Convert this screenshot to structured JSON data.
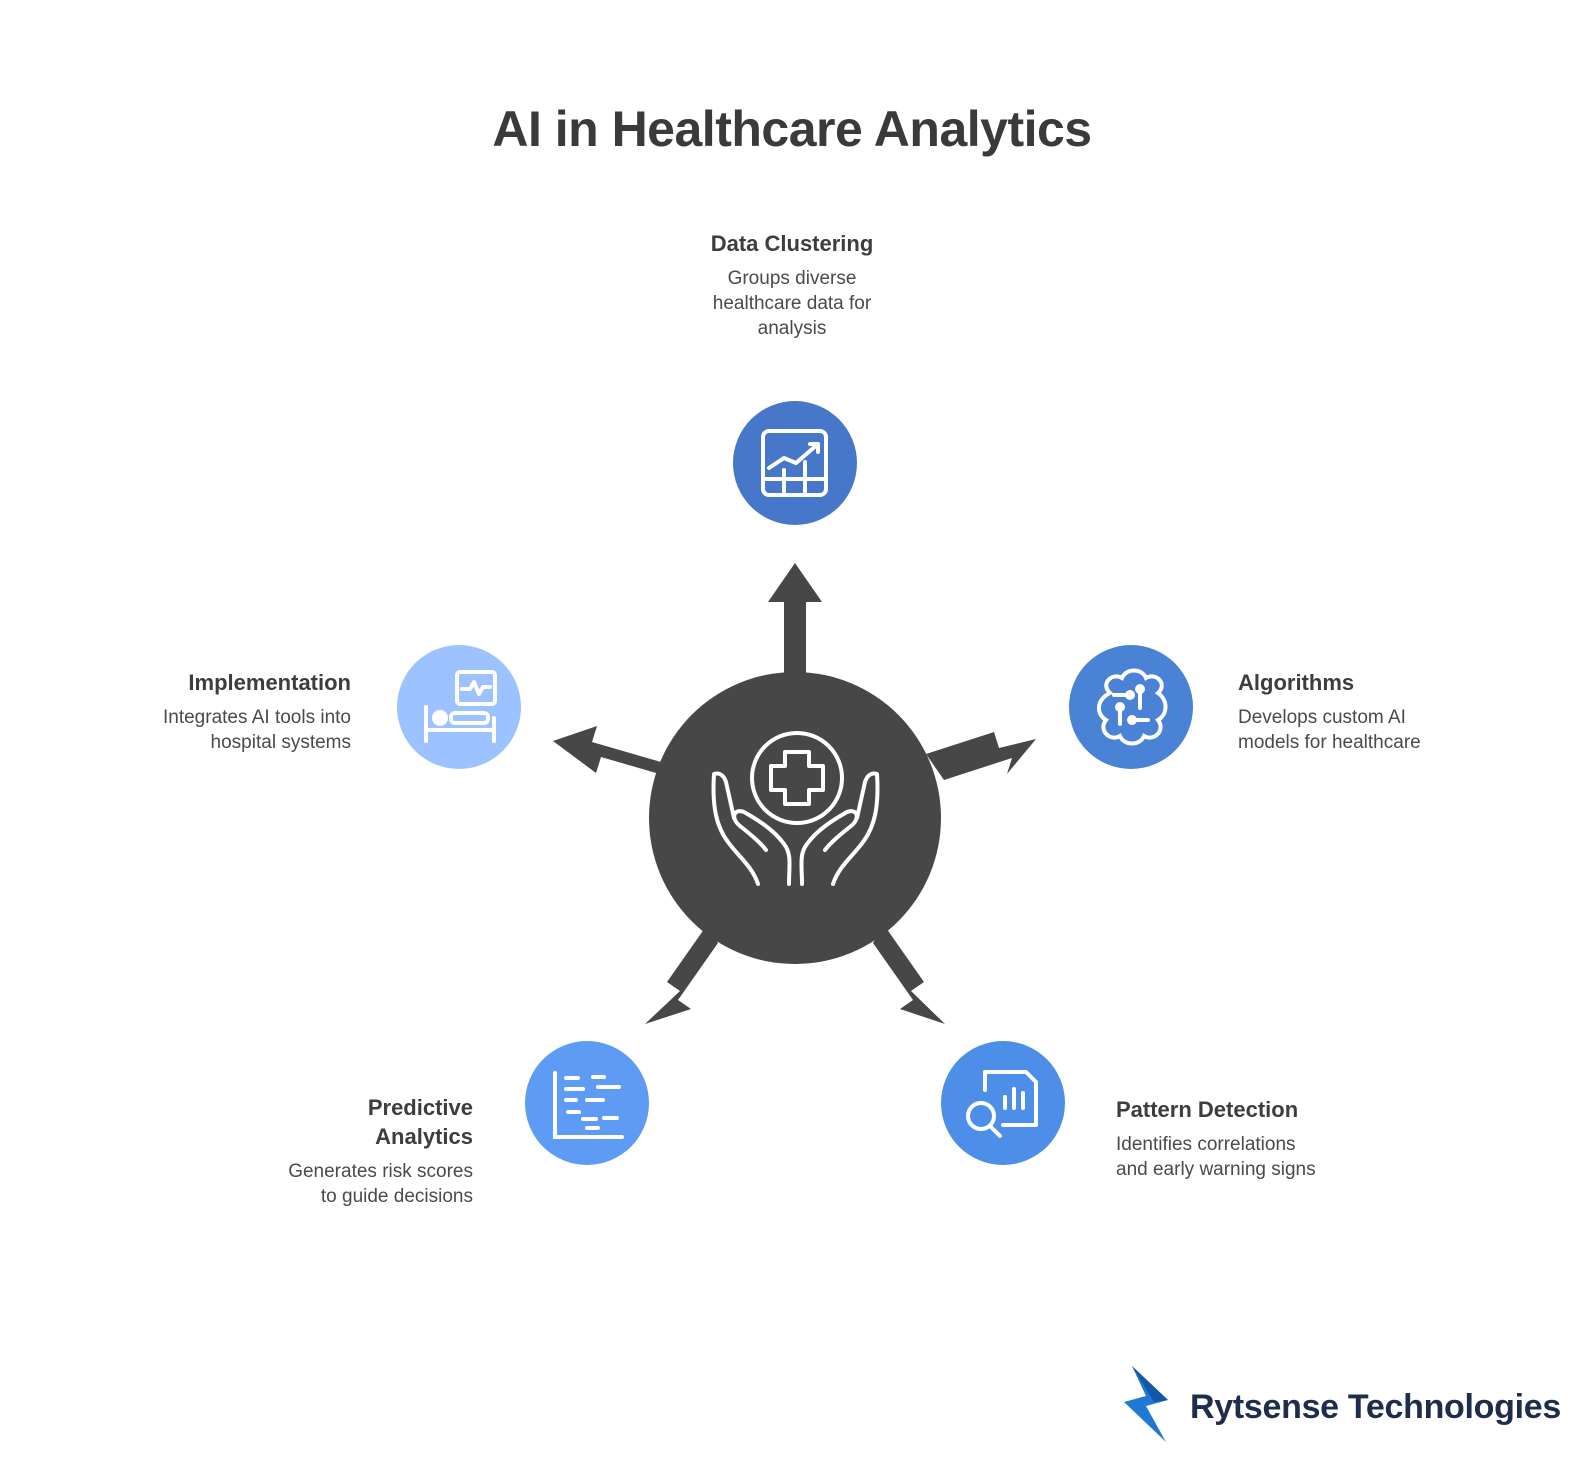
{
  "title": "AI in Healthcare Analytics",
  "center": {
    "icon": "hands-holding-medical-cross-icon",
    "color": "#474747"
  },
  "nodes": [
    {
      "id": "data-clustering",
      "title": "Data Clustering",
      "description": "Groups diverse healthcare data for analysis",
      "icon": "chart-table-icon",
      "color": "#4777c8"
    },
    {
      "id": "algorithms",
      "title": "Algorithms",
      "description": "Develops custom AI models for healthcare",
      "icon": "brain-circuit-icon",
      "color": "#4a83d6"
    },
    {
      "id": "pattern-detection",
      "title": "Pattern Detection",
      "description": "Identifies correlations and early warning signs",
      "icon": "document-magnifier-icon",
      "color": "#4d8fe8"
    },
    {
      "id": "predictive-analytics",
      "title": "Predictive Analytics",
      "description": "Generates risk scores to guide decisions",
      "icon": "gantt-chart-icon",
      "color": "#5d9bf5"
    },
    {
      "id": "implementation",
      "title": "Implementation",
      "description": "Integrates AI tools into hospital systems",
      "icon": "hospital-bed-monitor-icon",
      "color": "#9cc2ff"
    }
  ],
  "brand": {
    "name": "Rytsense Technologies",
    "logo": "bolt-logo-icon"
  }
}
